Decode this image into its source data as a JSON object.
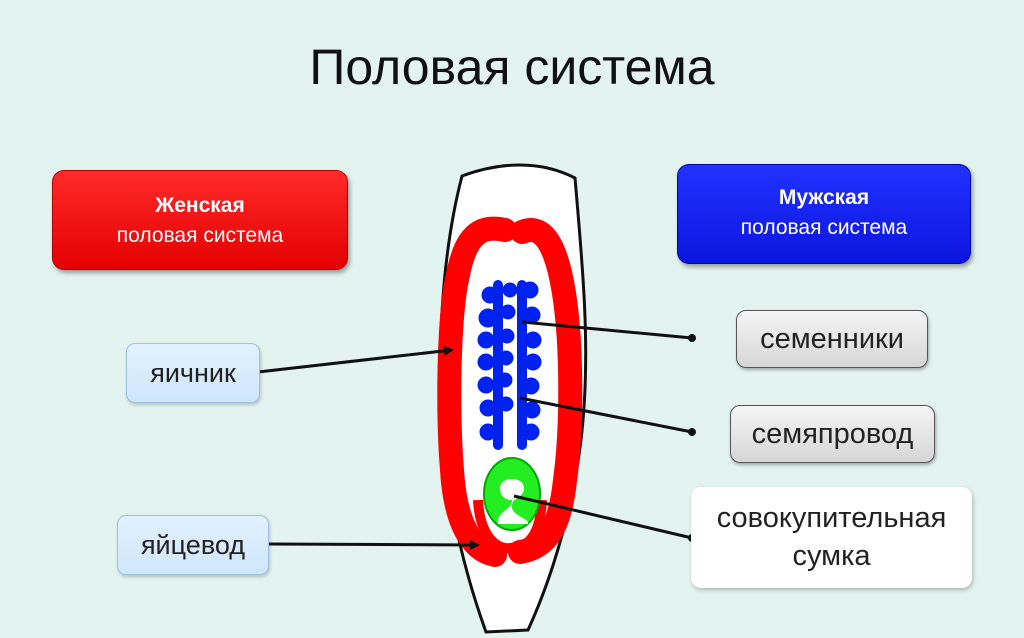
{
  "title": "Половая система",
  "female": {
    "line1": "Женская",
    "line2": "половая система",
    "color": "#ff0000"
  },
  "male": {
    "line1": "Мужская",
    "line2": "половая система",
    "color": "#0000ff"
  },
  "labels": {
    "ovary": "яичник",
    "oviduct": "яйцевод",
    "testes": "семенники",
    "vas_deferens": "семяпровод",
    "bursa_line1": "совокупительная",
    "bursa_line2": "сумка"
  },
  "colors": {
    "background": "#e3f3ef",
    "female_organs": "#ff0000",
    "male_organs": "#0000ff",
    "bursa": "#22ee22"
  }
}
